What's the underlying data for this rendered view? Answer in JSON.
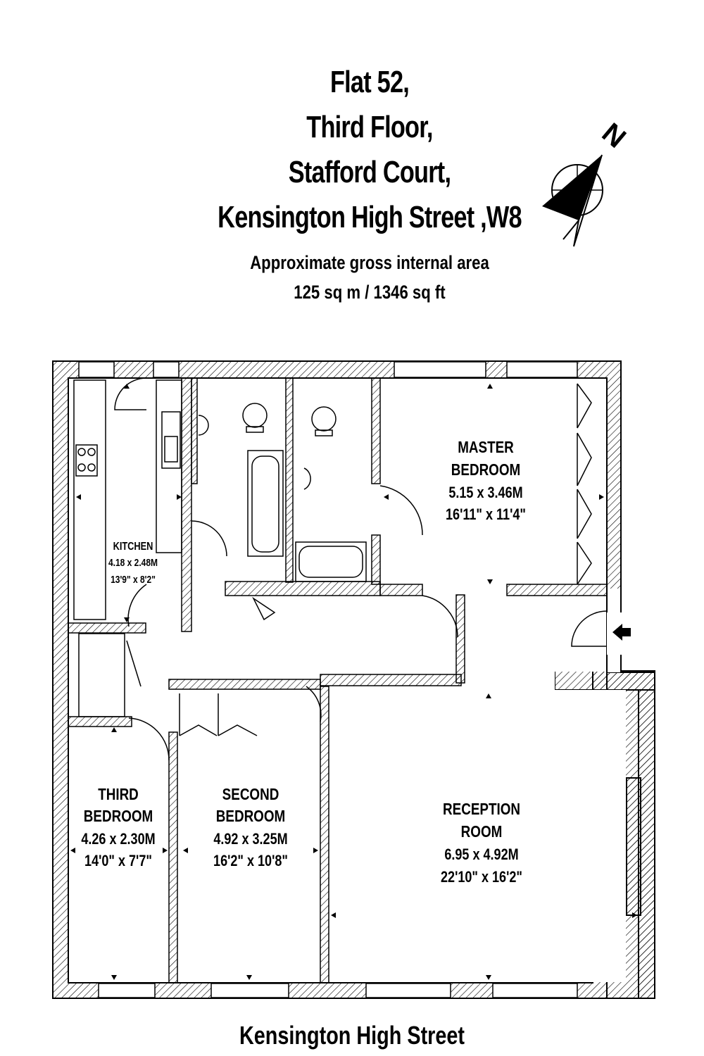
{
  "address": {
    "line1": "Flat 52,",
    "line2": "Third Floor,",
    "line3": "Stafford Court,",
    "line4": "Kensington High Street ,W8"
  },
  "area": {
    "label": "Approximate gross internal area",
    "value": "125 sq m  /  1346 sq ft"
  },
  "compass": {
    "label": "N"
  },
  "rooms": {
    "master": {
      "name1": "MASTER",
      "name2": "BEDROOM",
      "metric": "5.15 x 3.46M",
      "imperial": "16'11\" x 11'4\""
    },
    "kitchen": {
      "name": "KITCHEN",
      "metric": "4.18 x 2.48M",
      "imperial": "13'9\" x 8'2\""
    },
    "third": {
      "name1": "THIRD",
      "name2": "BEDROOM",
      "metric": "4.26 x 2.30M",
      "imperial": "14'0\" x 7'7\""
    },
    "second": {
      "name1": "SECOND",
      "name2": "BEDROOM",
      "metric": "4.92 x 3.25M",
      "imperial": "16'2\" x 10'8\""
    },
    "reception": {
      "name1": "RECEPTION",
      "name2": "ROOM",
      "metric": "6.95 x 4.92M",
      "imperial": "22'10\" x 16'2\""
    }
  },
  "street": "Kensington High Street"
}
